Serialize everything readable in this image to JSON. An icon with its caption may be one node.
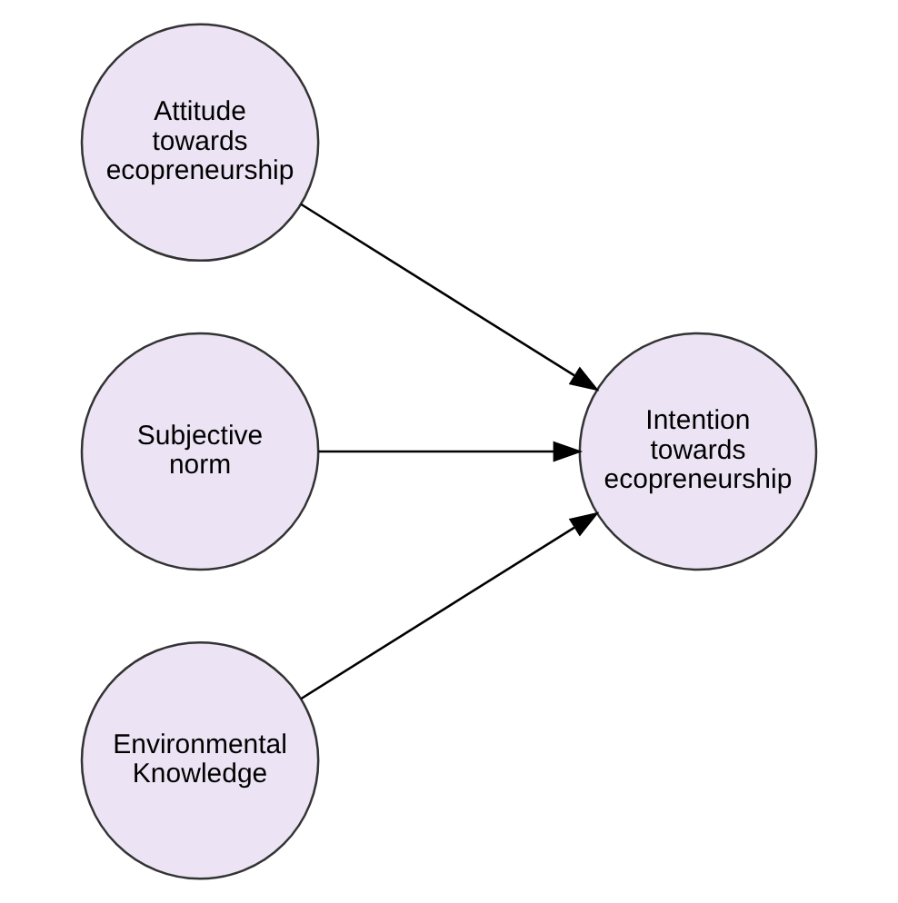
{
  "diagram": {
    "nodes": [
      {
        "text": [
          "Attitude towards ecopreneurship"
        ]
      },
      {
        "text": [
          "Subjective norm"
        ]
      },
      {
        "text": [
          "Environmental Knowledge"
        ]
      },
      {
        "text": [
          "Intention towards ecopreneurship"
        ]
      }
    ],
    "edges": [
      {
        "from": 0,
        "to": 3,
        "arrow": "to"
      },
      {
        "from": 1,
        "to": 3,
        "arrow": "to"
      },
      {
        "from": 2,
        "to": 3,
        "arrow": "to"
      }
    ]
  }
}
